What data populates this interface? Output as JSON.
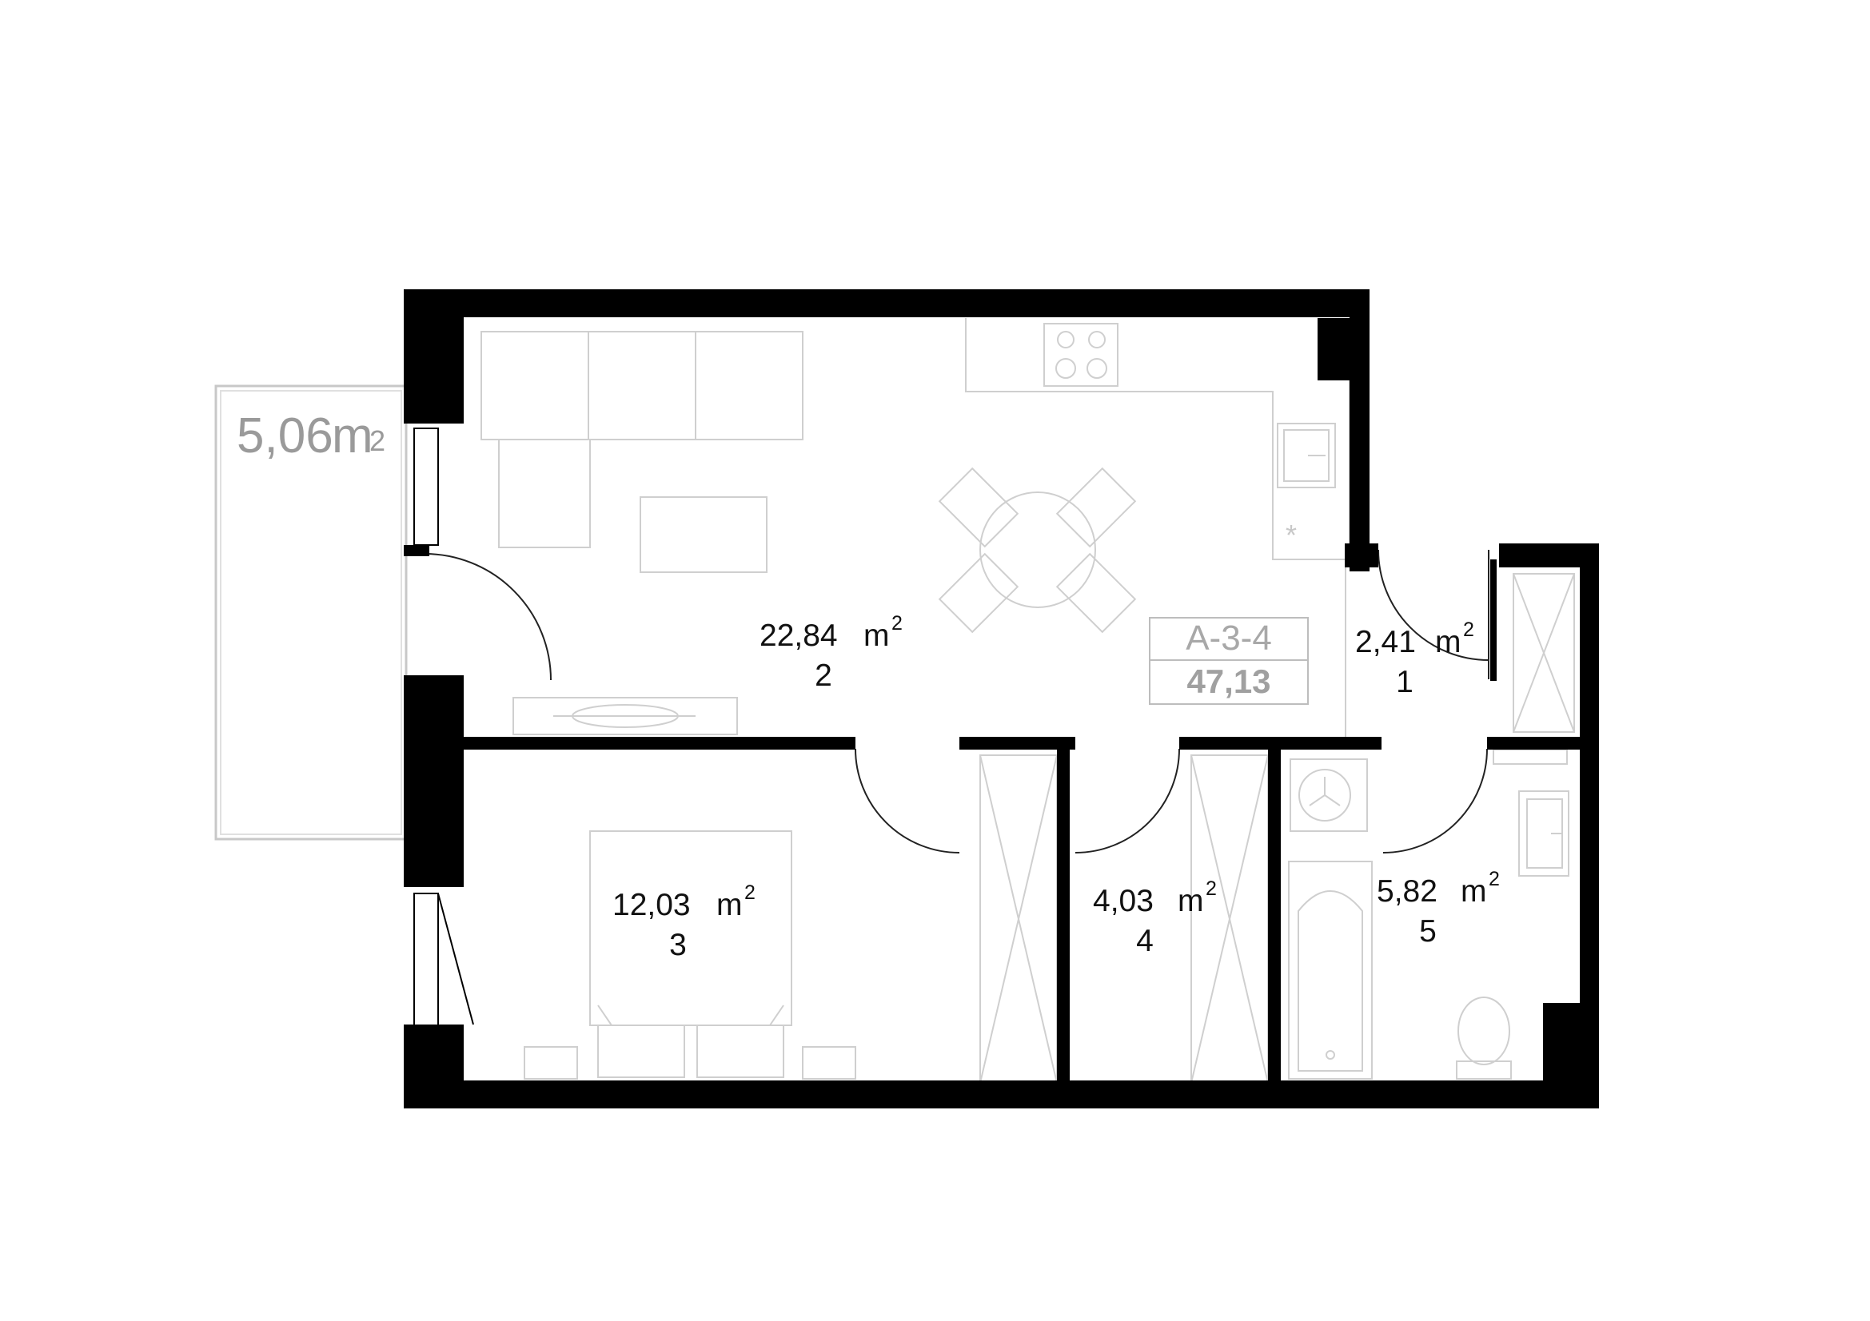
{
  "apartment": {
    "code": "A-3-4",
    "total_area": "47,13"
  },
  "balcony": {
    "area": "5,06",
    "unit": "m",
    "unit_sup": "2"
  },
  "rooms": [
    {
      "area": "2,41",
      "unit": "m",
      "sup": "2",
      "number": "1"
    },
    {
      "area": "22,84",
      "unit": "m",
      "sup": "2",
      "number": "2"
    },
    {
      "area": "12,03",
      "unit": "m",
      "sup": "2",
      "number": "3"
    },
    {
      "area": "4,03",
      "unit": "m",
      "sup": "2",
      "number": "4"
    },
    {
      "area": "5,82",
      "unit": "m",
      "sup": "2",
      "number": "5"
    }
  ],
  "colors": {
    "wall": "#000000",
    "furniture": "#cfcfcf",
    "label": "#111111",
    "tag": "#a8a8a8"
  }
}
